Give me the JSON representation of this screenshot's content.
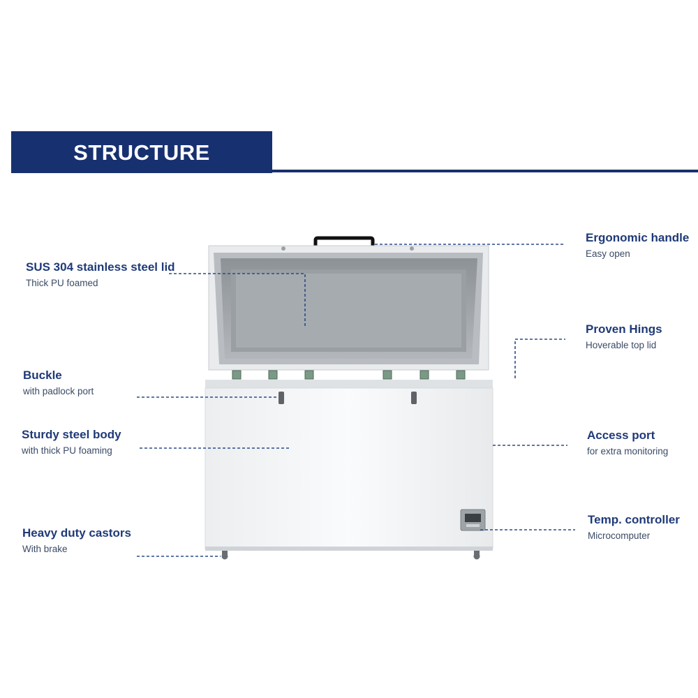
{
  "header": {
    "title": "STRUCTURE"
  },
  "callouts": [
    {
      "id": "handle",
      "title": "Ergonomic handle",
      "subtitle": "Easy open"
    },
    {
      "id": "lid",
      "title": "SUS 304 stainless steel lid",
      "subtitle": "Thick PU foamed"
    },
    {
      "id": "hinges",
      "title": "Proven Hings",
      "subtitle": "Hoverable top lid"
    },
    {
      "id": "buckle",
      "title": "Buckle",
      "subtitle": "with padlock port"
    },
    {
      "id": "body",
      "title": "Sturdy steel body",
      "subtitle": "with thick PU foaming"
    },
    {
      "id": "port",
      "title": "Access port",
      "subtitle": "for extra monitoring"
    },
    {
      "id": "castors",
      "title": "Heavy duty castors",
      "subtitle": "With brake"
    },
    {
      "id": "controller",
      "title": "Temp. controller",
      "subtitle": "Microcomputer"
    }
  ],
  "colors": {
    "brand": "#17306f",
    "label": "#1f3a78",
    "leader": "#2a4a86",
    "body": "#f5f6f7",
    "lid_steel": "#9ea3a8"
  },
  "icons": [
    "freezer-illustration",
    "handle-icon",
    "hinge-icon",
    "buckle-icon",
    "castor-icon",
    "controller-icon"
  ]
}
